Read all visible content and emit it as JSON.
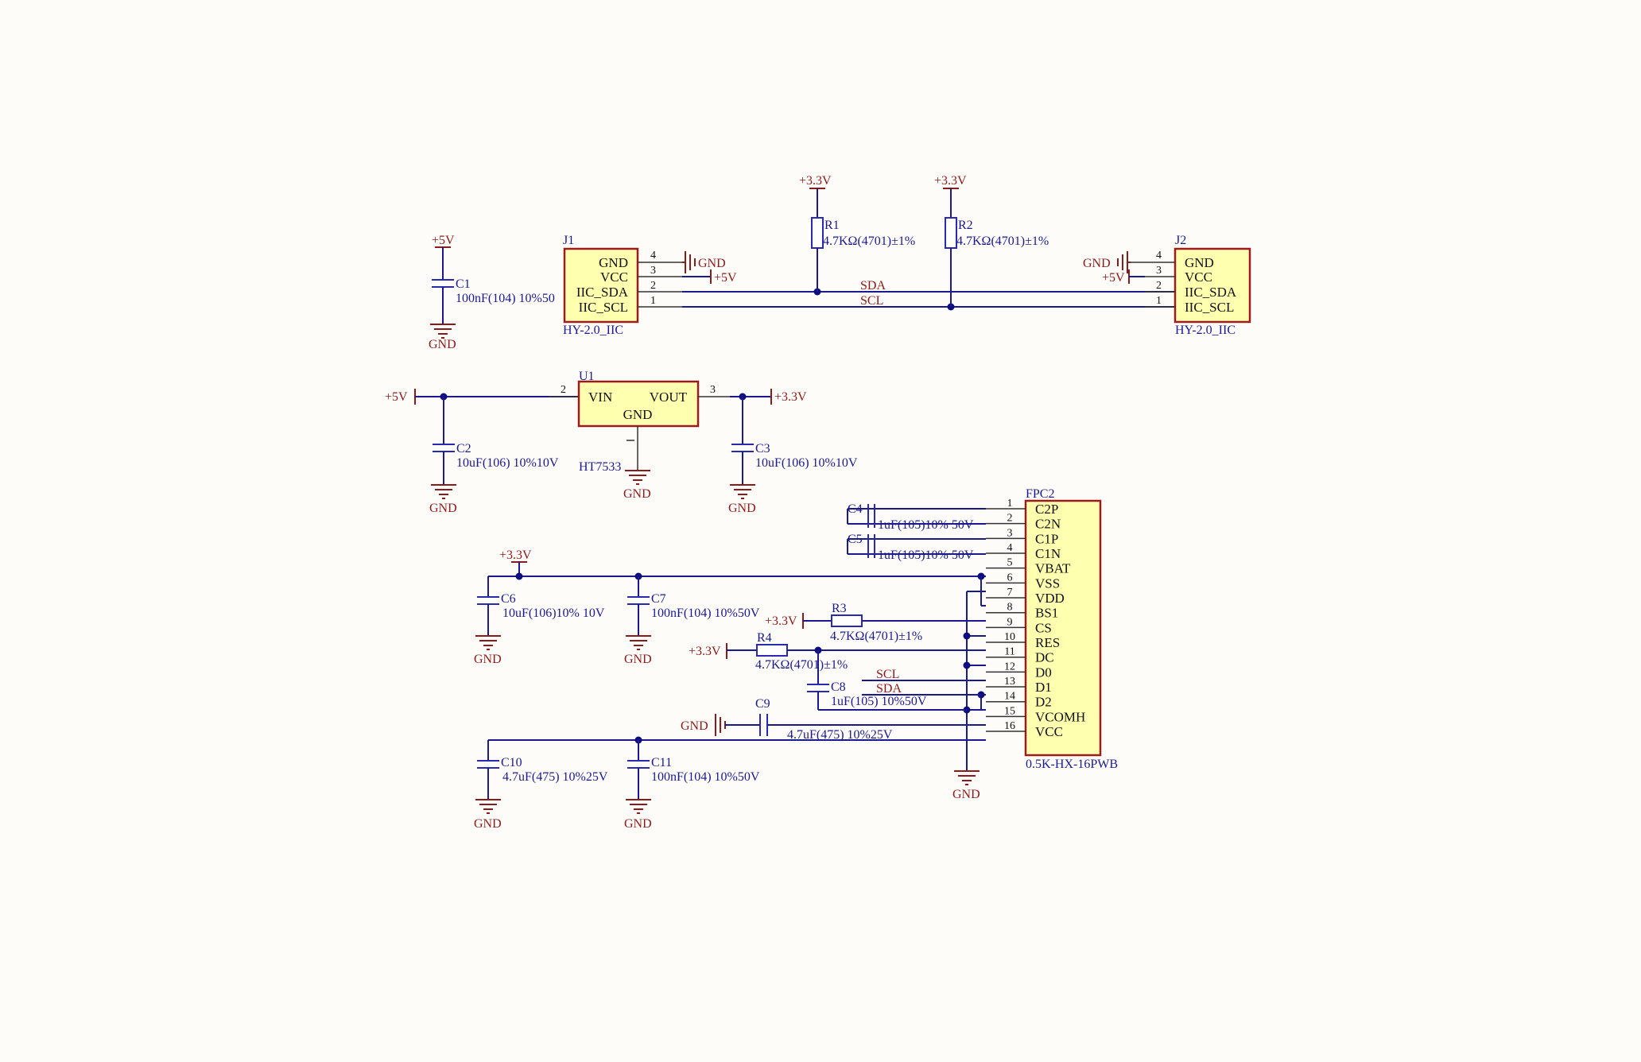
{
  "power": {
    "v5": "+5V",
    "v33": "+3.3V",
    "gnd": "GND"
  },
  "nets": {
    "sda": "SDA",
    "scl": "SCL"
  },
  "caps": {
    "c1": {
      "ref": "C1",
      "value": "100nF(104) 10%50"
    },
    "c2": {
      "ref": "C2",
      "value": "10uF(106) 10%10V"
    },
    "c3": {
      "ref": "C3",
      "value": "10uF(106) 10%10V"
    },
    "c4": {
      "ref": "C4",
      "value": "1uF(105)10% 50V"
    },
    "c5": {
      "ref": "C5",
      "value": "1uF(105)10% 50V"
    },
    "c6": {
      "ref": "C6",
      "value": "10uF(106)10% 10V"
    },
    "c7": {
      "ref": "C7",
      "value": "100nF(104) 10%50V"
    },
    "c8": {
      "ref": "C8",
      "value": "1uF(105) 10%50V"
    },
    "c9": {
      "ref": "C9",
      "value": "4.7uF(475) 10%25V"
    },
    "c10": {
      "ref": "C10",
      "value": "4.7uF(475) 10%25V"
    },
    "c11": {
      "ref": "C11",
      "value": "100nF(104) 10%50V"
    }
  },
  "resistors": {
    "r1": {
      "ref": "R1",
      "value": "4.7KΩ(4701)±1%"
    },
    "r2": {
      "ref": "R2",
      "value": "4.7KΩ(4701)±1%"
    },
    "r3": {
      "ref": "R3",
      "value": "4.7KΩ(4701)±1%"
    },
    "r4": {
      "ref": "R4",
      "value": "4.7KΩ(4701)±1%"
    }
  },
  "j1": {
    "ref": "J1",
    "footprint": "HY-2.0_IIC",
    "pins": [
      {
        "name": "GND",
        "num": "4"
      },
      {
        "name": "VCC",
        "num": "3"
      },
      {
        "name": "IIC_SDA",
        "num": "2"
      },
      {
        "name": "IIC_SCL",
        "num": "1"
      }
    ]
  },
  "j2": {
    "ref": "J2",
    "footprint": "HY-2.0_IIC",
    "pins": [
      {
        "name": "GND",
        "num": "4"
      },
      {
        "name": "VCC",
        "num": "3"
      },
      {
        "name": "IIC_SDA",
        "num": "2"
      },
      {
        "name": "IIC_SCL",
        "num": "1"
      }
    ]
  },
  "u1": {
    "ref": "U1",
    "part": "HT7533",
    "vin": "VIN",
    "vout": "VOUT",
    "gnd": "GND",
    "vin_num": "2",
    "vout_num": "3"
  },
  "fpc2": {
    "ref": "FPC2",
    "footprint": "0.5K-HX-16PWB",
    "pins": [
      {
        "name": "C2P",
        "num": "1"
      },
      {
        "name": "C2N",
        "num": "2"
      },
      {
        "name": "C1P",
        "num": "3"
      },
      {
        "name": "C1N",
        "num": "4"
      },
      {
        "name": "VBAT",
        "num": "5"
      },
      {
        "name": "VSS",
        "num": "6"
      },
      {
        "name": "VDD",
        "num": "7"
      },
      {
        "name": "BS1",
        "num": "8"
      },
      {
        "name": "CS",
        "num": "9"
      },
      {
        "name": "RES",
        "num": "10"
      },
      {
        "name": "DC",
        "num": "11"
      },
      {
        "name": "D0",
        "num": "12"
      },
      {
        "name": "D1",
        "num": "13"
      },
      {
        "name": "D2",
        "num": "14"
      },
      {
        "name": "VCOMH",
        "num": "15"
      },
      {
        "name": "VCC",
        "num": "16"
      }
    ]
  }
}
